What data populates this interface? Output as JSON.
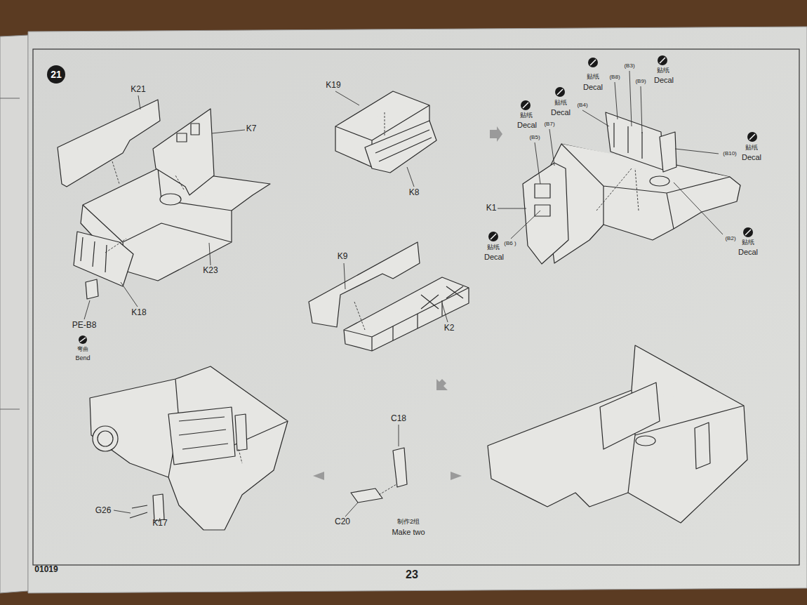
{
  "diagram": {
    "nodes": [
      {
        "text": [
          "21"
        ]
      }
    ],
    "labels": [
      "K21",
      "K7",
      "K23",
      "K18",
      "PE-B8",
      "弯曲",
      "Bend",
      "K19",
      "K8",
      "K9",
      "K2",
      "贴纸",
      "Decal",
      "(B8)",
      "(B3)",
      "(B9)",
      "贴纸",
      "Decal",
      "贴纸",
      "Decal",
      "(B4)",
      "贴纸",
      "Decal",
      "(B7)",
      "(B5)",
      "(B10)",
      "贴纸",
      "Decal",
      "K1",
      "(B6 )",
      "贴纸",
      "Decal",
      "(B2)",
      "贴纸",
      "Decal",
      "C18",
      "C20",
      "制作2组",
      "Make two",
      "G26",
      "K17",
      "01019",
      "23"
    ]
  }
}
